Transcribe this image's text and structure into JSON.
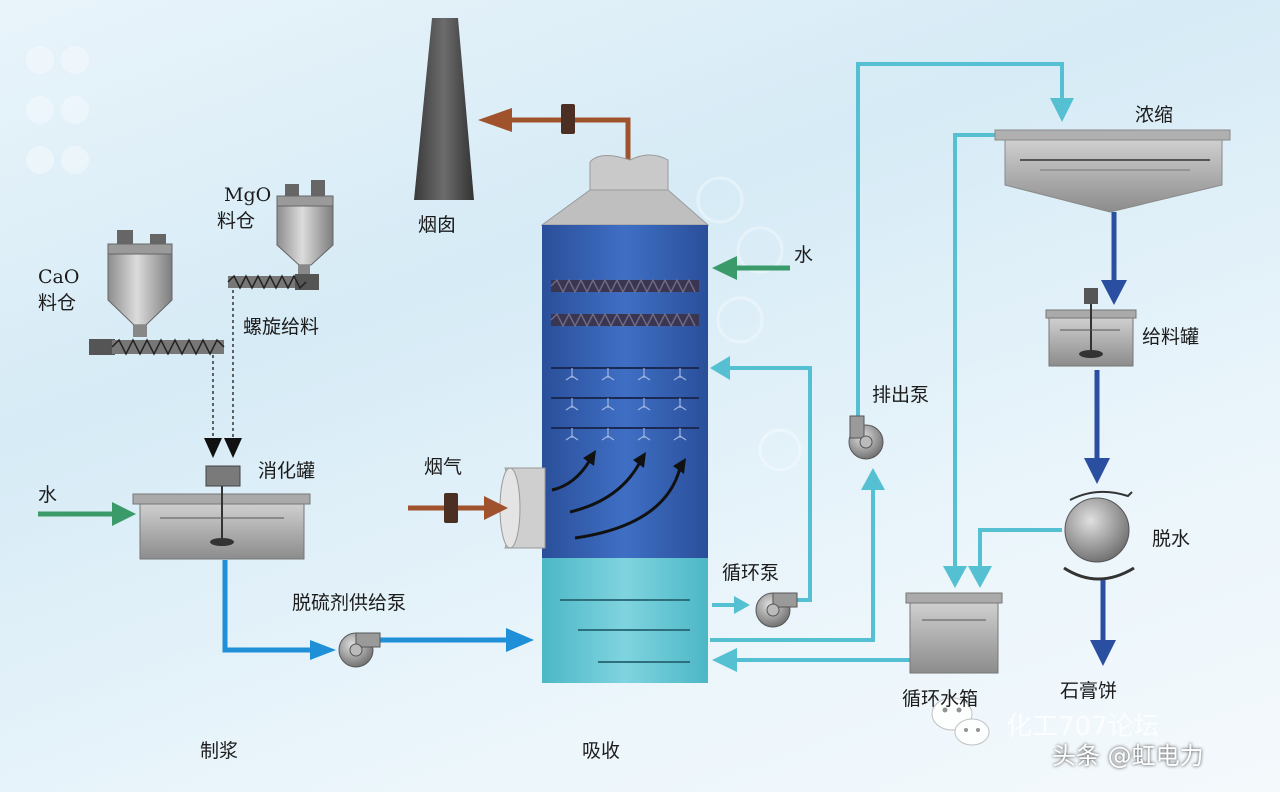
{
  "labels": {
    "chimney": "烟囱",
    "mgo": "MgO",
    "mgo_silo": "料仓",
    "cao": "CaO",
    "cao_silo": "料仓",
    "screw_feeder": "螺旋给料",
    "slaker": "消化罐",
    "water_left": "水",
    "flue_gas": "烟气",
    "slurry_pump": "脱硫剂供给泵",
    "slurry_prep": "制浆",
    "absorption": "吸收",
    "water_right": "水",
    "circulation_pump": "循环泵",
    "discharge_pump": "排出泵",
    "thickening": "浓缩",
    "feed_tank": "给料罐",
    "dewatering": "脱水",
    "gypsum_cake": "石膏饼",
    "circulation_tank": "循环水箱"
  },
  "watermark": {
    "wechat_account": "化工707论坛",
    "source": "头条 @虹电力"
  },
  "colors": {
    "flue_gas_pipe": "#a0522d",
    "water_line": "#3a9a6a",
    "slurry_line": "#1f8fd8",
    "circulation_line": "#55c0d2",
    "solids_line": "#2a4fa0",
    "absorber_upper": "#3f6fc4",
    "absorber_sump": "#7fd4df"
  }
}
